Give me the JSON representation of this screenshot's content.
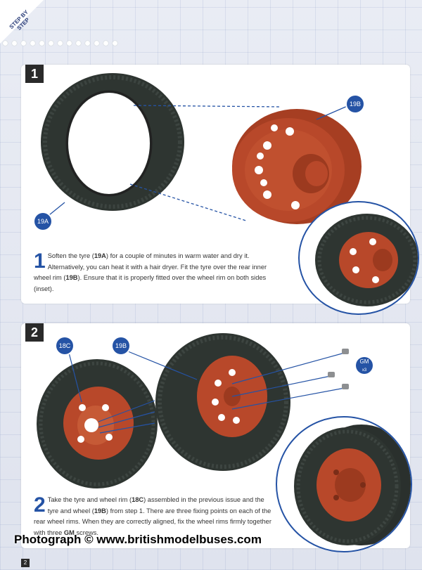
{
  "header": {
    "corner_label": "STEP BY STEP"
  },
  "steps": [
    {
      "number": "1",
      "callouts": {
        "tyre": "19A",
        "rim": "19B"
      },
      "caption": {
        "initial": "1",
        "text_1": "Soften the tyre (",
        "ref_1": "19A",
        "text_2": ") for a couple of minutes in warm water and dry it. Alternatively, you can heat it with a hair dryer. Fit the tyre over the rear inner wheel rim (",
        "ref_2": "19B",
        "text_3": "). Ensure that it is properly fitted over the wheel rim on both sides (inset)."
      }
    },
    {
      "number": "2",
      "callouts": {
        "wheel_left": "18C",
        "wheel_right": "19B",
        "screws": "GM",
        "screws_qty": "x3"
      },
      "caption": {
        "initial": "2",
        "text_1": "Take the tyre and wheel rim (",
        "ref_1": "18C",
        "text_2": ") assembled in the previous issue and the tyre and wheel (",
        "ref_2": "19B",
        "text_3": ") from step 1. There are three fixing points on each of the rear wheel rims. When they are correctly aligned, fix the wheel rims firmly together with three ",
        "ref_3": "GM",
        "text_4": " screws."
      }
    }
  ],
  "watermark": "Photograph © www.britishmodelbuses.com",
  "page_number": "2",
  "colors": {
    "accent": "#2553a5",
    "rim": "#b8482a",
    "tyre": "#2e3531"
  }
}
